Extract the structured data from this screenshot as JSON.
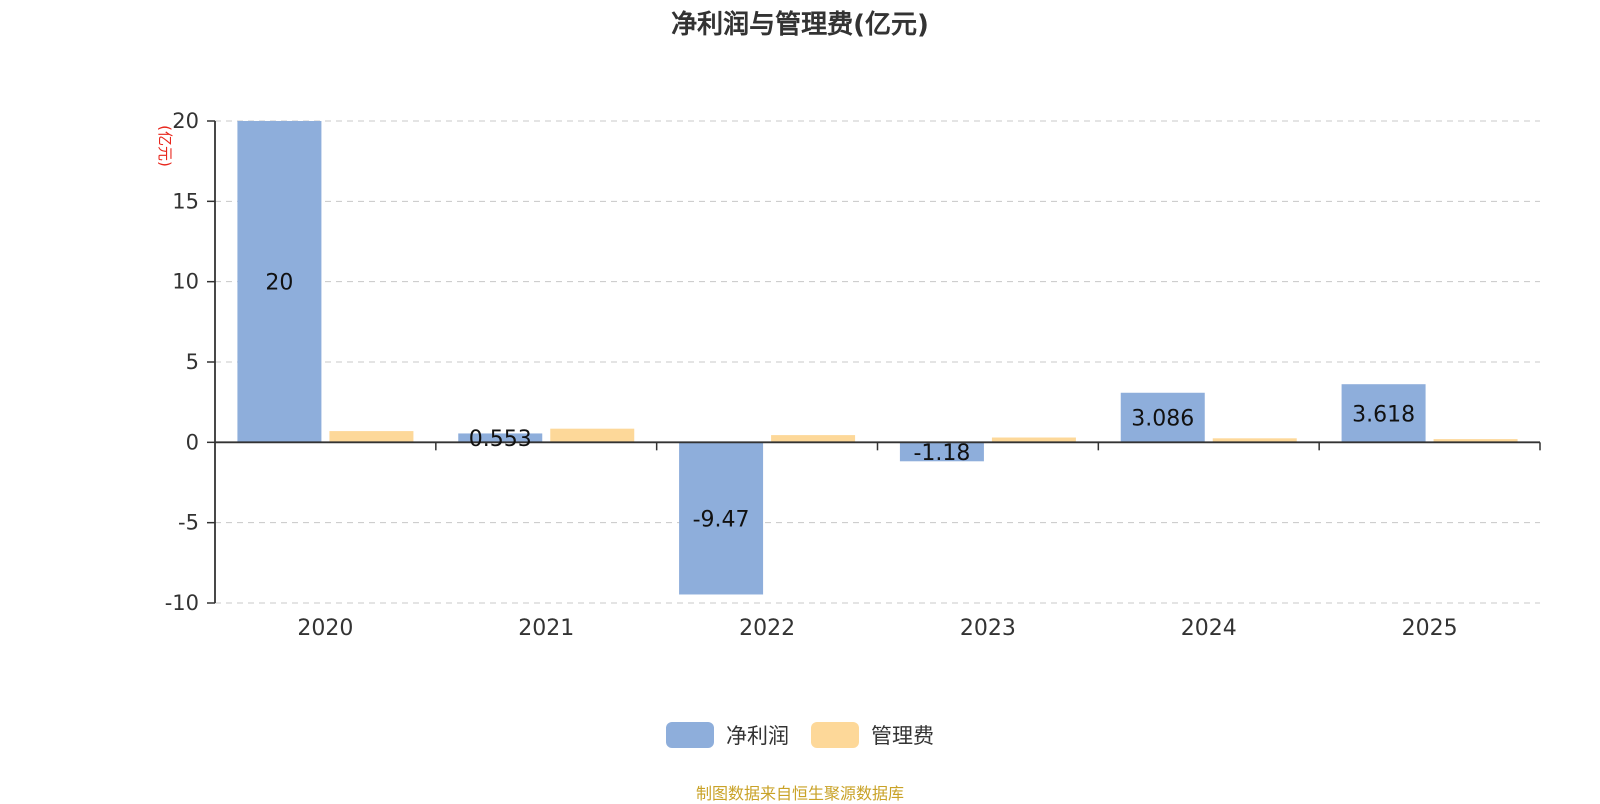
{
  "chart_data": {
    "type": "bar",
    "title": "净利润与管理费(亿元)",
    "ylabel": "(亿元)",
    "categories": [
      "2020",
      "2021",
      "2022",
      "2023",
      "2024",
      "2025"
    ],
    "series": [
      {
        "name": "净利润",
        "color": "#8eaedb",
        "values": [
          20,
          0.553,
          -9.47,
          -1.18,
          3.086,
          3.618
        ],
        "labels": [
          "20",
          "0.553",
          "-9.47",
          "-1.18",
          "3.086",
          "3.618"
        ]
      },
      {
        "name": "管理费",
        "color": "#fdd899",
        "values": [
          0.7,
          0.85,
          0.45,
          0.3,
          0.25,
          0.2
        ]
      }
    ],
    "ylim": [
      -10,
      20
    ],
    "yticks": [
      20,
      15,
      10,
      5,
      0,
      -5,
      -10
    ],
    "grid": true,
    "legend_position": "bottom"
  },
  "source": "制图数据来自恒生聚源数据库"
}
